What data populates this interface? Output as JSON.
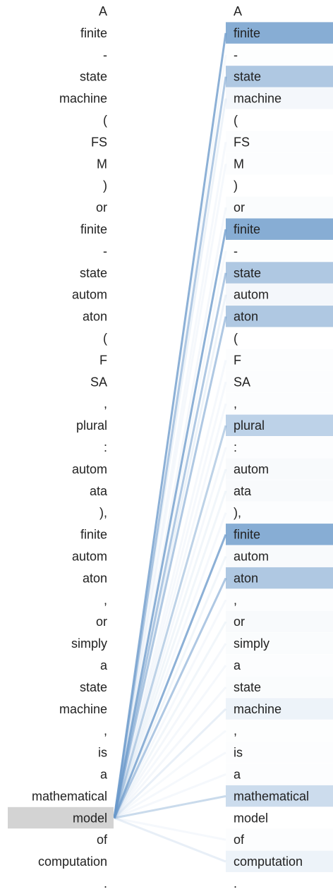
{
  "tokens": [
    "A",
    "finite",
    "-",
    "state",
    "machine",
    "(",
    "FS",
    "M",
    ")",
    "or",
    "finite",
    "-",
    "state",
    "autom",
    "aton",
    "(",
    "F",
    "SA",
    ",",
    "plural",
    ":",
    "autom",
    "ata",
    "),",
    "finite",
    "autom",
    "aton",
    ",",
    "or",
    "simply",
    "a",
    "state",
    "machine",
    ",",
    "is",
    "a",
    "mathematical",
    "model",
    "of",
    "computation",
    "."
  ],
  "selected_index": 37,
  "attention": [
    0,
    0.82,
    0.01,
    0.55,
    0.08,
    0,
    0.02,
    0.02,
    0,
    0.03,
    0.82,
    0.01,
    0.55,
    0.08,
    0.55,
    0,
    0.02,
    0.02,
    0.02,
    0.45,
    0.02,
    0.05,
    0.05,
    0.02,
    0.82,
    0.05,
    0.55,
    0.02,
    0.05,
    0.03,
    0.02,
    0.03,
    0.12,
    0.01,
    0.02,
    0.02,
    0.35,
    0,
    0.02,
    0.12,
    0
  ],
  "colors": {
    "attention": "#6d9bcb",
    "selected_background": "#d3d3d3",
    "text": "#222222"
  }
}
